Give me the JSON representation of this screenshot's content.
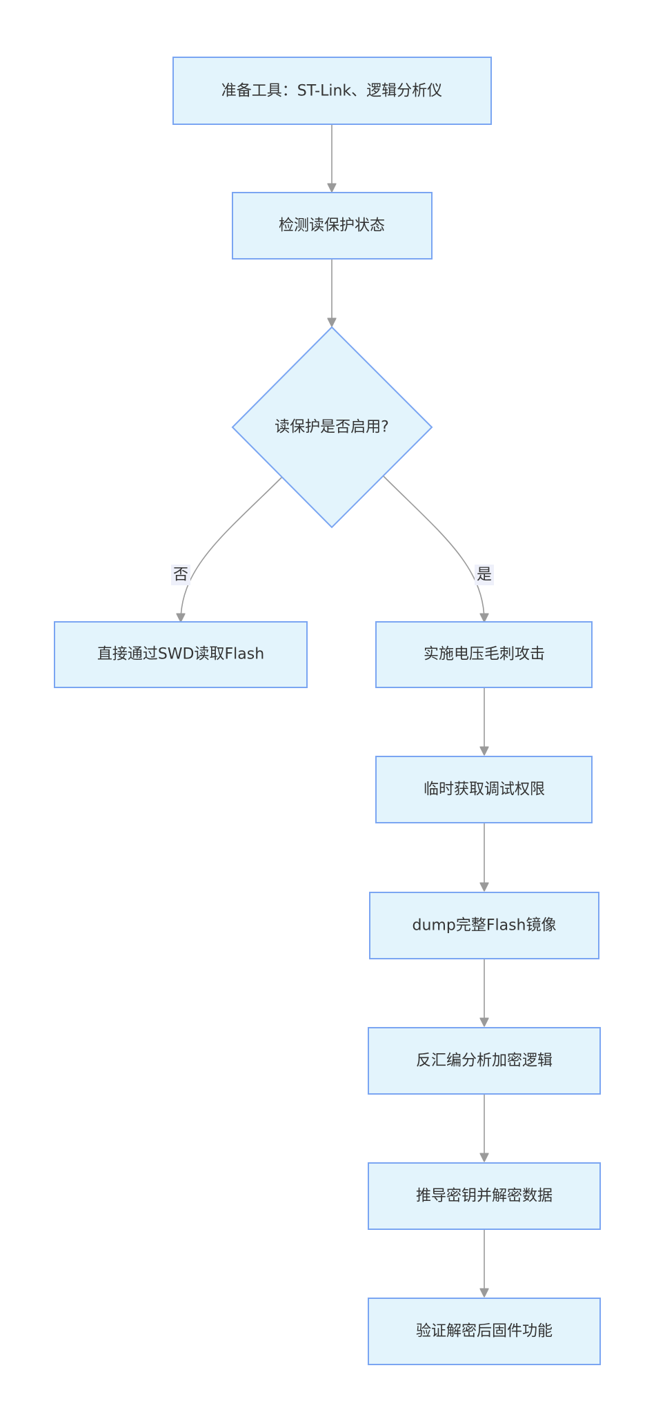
{
  "diagram": {
    "type": "flowchart",
    "nodes": {
      "prepare": "准备工具：ST-Link、逻辑分析仪",
      "detect": "检测读保护状态",
      "decision": "读保护是否启用?",
      "direct_read": "直接通过SWD读取Flash",
      "glitch": "实施电压毛刺攻击",
      "debug_access": "临时获取调试权限",
      "dump": "dump完整Flash镜像",
      "disassemble": "反汇编分析加密逻辑",
      "derive_key": "推导密钥并解密数据",
      "verify": "验证解密后固件功能"
    },
    "edge_labels": {
      "no": "否",
      "yes": "是"
    },
    "colors": {
      "node_fill": "#e3f4fc",
      "node_stroke": "#7aa5f2",
      "edge": "#9a9a9a",
      "label_bg": "#eef0fa",
      "text": "#333333"
    }
  }
}
